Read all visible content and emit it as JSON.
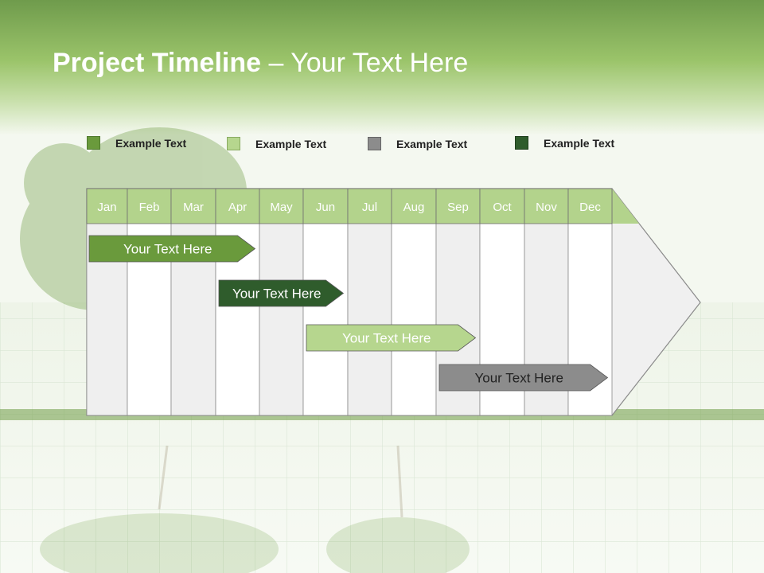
{
  "header": {
    "title_main": "Project Timeline",
    "title_rest": " – Your Text Here"
  },
  "legend": [
    {
      "label": "Example Text",
      "color": "#6a9a3c"
    },
    {
      "label": "Example Text",
      "color": "#b6d68e"
    },
    {
      "label": "Example Text",
      "color": "#8c8c8c"
    },
    {
      "label": "Example Text",
      "color": "#2f5c2c"
    }
  ],
  "timeline": {
    "months": [
      "Jan",
      "Feb",
      "Mar",
      "Apr",
      "May",
      "Jun",
      "Jul",
      "Aug",
      "Sep",
      "Oct",
      "Nov",
      "Dec"
    ],
    "header_color": "#b3d38c",
    "tasks": [
      {
        "label": "Your  Text Here",
        "color": "#6a9a3c",
        "text_color": "#ffffff",
        "start_month": "Jan",
        "end_month": "Apr"
      },
      {
        "label": "Your  Text Here",
        "color": "#2f5c2c",
        "text_color": "#ffffff",
        "start_month": "Apr",
        "end_month": "Jun"
      },
      {
        "label": "Your  Text Here",
        "color": "#b6d68e",
        "text_color": "#ffffff",
        "start_month": "Jun",
        "end_month": "Sep"
      },
      {
        "label": "Your  Text Here",
        "color": "#8c8c8c",
        "text_color": "#222222",
        "start_month": "Sep",
        "end_month": "Dec"
      }
    ]
  }
}
